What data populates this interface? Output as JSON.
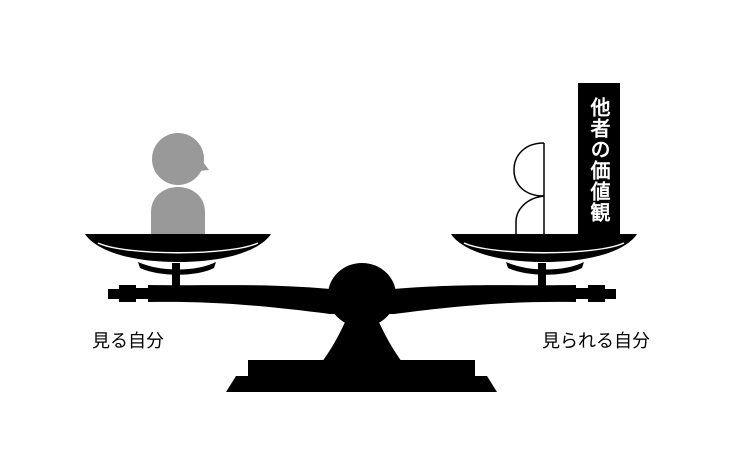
{
  "labels": {
    "left": "見る自分",
    "right": "見られる自分",
    "tag": "他者の価値観"
  },
  "colors": {
    "ink": "#000000",
    "figure": "#999999",
    "background": "#ffffff"
  },
  "icons": {
    "left_figure": "person-icon",
    "right_figure": "person-outline-icon"
  }
}
